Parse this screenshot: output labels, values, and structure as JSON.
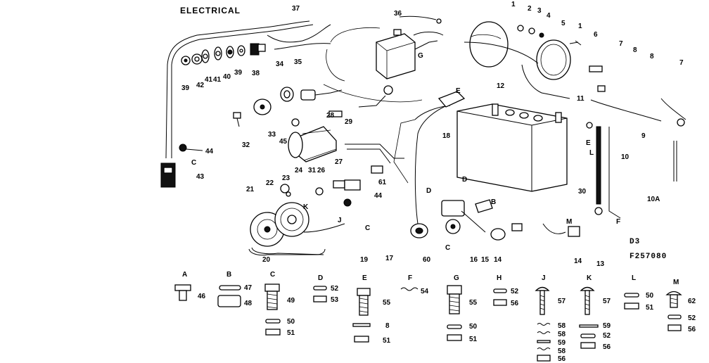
{
  "title": "ELECTRICAL",
  "drawing_code": {
    "line1": "D3",
    "line2": "F257080"
  },
  "callouts": {
    "c1a": "1",
    "c1b": "1",
    "c2": "2",
    "c3": "3",
    "c4": "4",
    "c5": "5",
    "c6": "6",
    "c7a": "7",
    "c7b": "7",
    "c8a": "8",
    "c8b": "8",
    "c9": "9",
    "c10": "10",
    "c10A": "10A",
    "c11": "11",
    "c12": "12",
    "c13": "13",
    "c14a": "14",
    "c14b": "14",
    "c15": "15",
    "c16": "16",
    "c17": "17",
    "c18": "18",
    "c19": "19",
    "c20": "20",
    "c21": "21",
    "c22": "22",
    "c23": "23",
    "c24": "24",
    "c26": "26",
    "c27": "27",
    "c28": "28",
    "c29": "29",
    "c30": "30",
    "c31": "31",
    "c32": "32",
    "c33": "33",
    "c34": "34",
    "c35": "35",
    "c36": "36",
    "c37": "37",
    "c38": "38",
    "c39a": "39",
    "c39b": "39",
    "c40": "40",
    "c41a": "41",
    "c41b": "41",
    "c42": "42",
    "c43": "43",
    "c44a": "44",
    "c44b": "44",
    "c45": "45",
    "c60": "60",
    "c61": "61",
    "lA": "A",
    "lB": "B",
    "lC1": "C",
    "lC2": "C",
    "lC3": "C",
    "lD1": "D",
    "lD2": "D",
    "lE1": "E",
    "lE2": "E",
    "lF": "F",
    "lG": "G",
    "lH": "H",
    "lK": "K",
    "lL": "L",
    "lM": "M",
    "lJ": "J"
  },
  "hardware": [
    {
      "letter": "A",
      "items": [
        "46"
      ]
    },
    {
      "letter": "B",
      "items": [
        "47",
        "48"
      ]
    },
    {
      "letter": "C",
      "items": [
        "49",
        "50",
        "51"
      ]
    },
    {
      "letter": "D",
      "items": [
        "52",
        "53"
      ]
    },
    {
      "letter": "E",
      "items": [
        "55",
        "8",
        "51"
      ]
    },
    {
      "letter": "F",
      "items": [
        "54"
      ]
    },
    {
      "letter": "G",
      "items": [
        "55",
        "50",
        "51"
      ]
    },
    {
      "letter": "H",
      "items": [
        "52",
        "56"
      ]
    },
    {
      "letter": "J",
      "items": [
        "57",
        "58",
        "58",
        "59",
        "58",
        "56"
      ]
    },
    {
      "letter": "K",
      "items": [
        "57",
        "59",
        "52",
        "56"
      ]
    },
    {
      "letter": "L",
      "items": [
        "50",
        "51"
      ]
    },
    {
      "letter": "M",
      "items": [
        "62",
        "52",
        "56"
      ]
    }
  ]
}
